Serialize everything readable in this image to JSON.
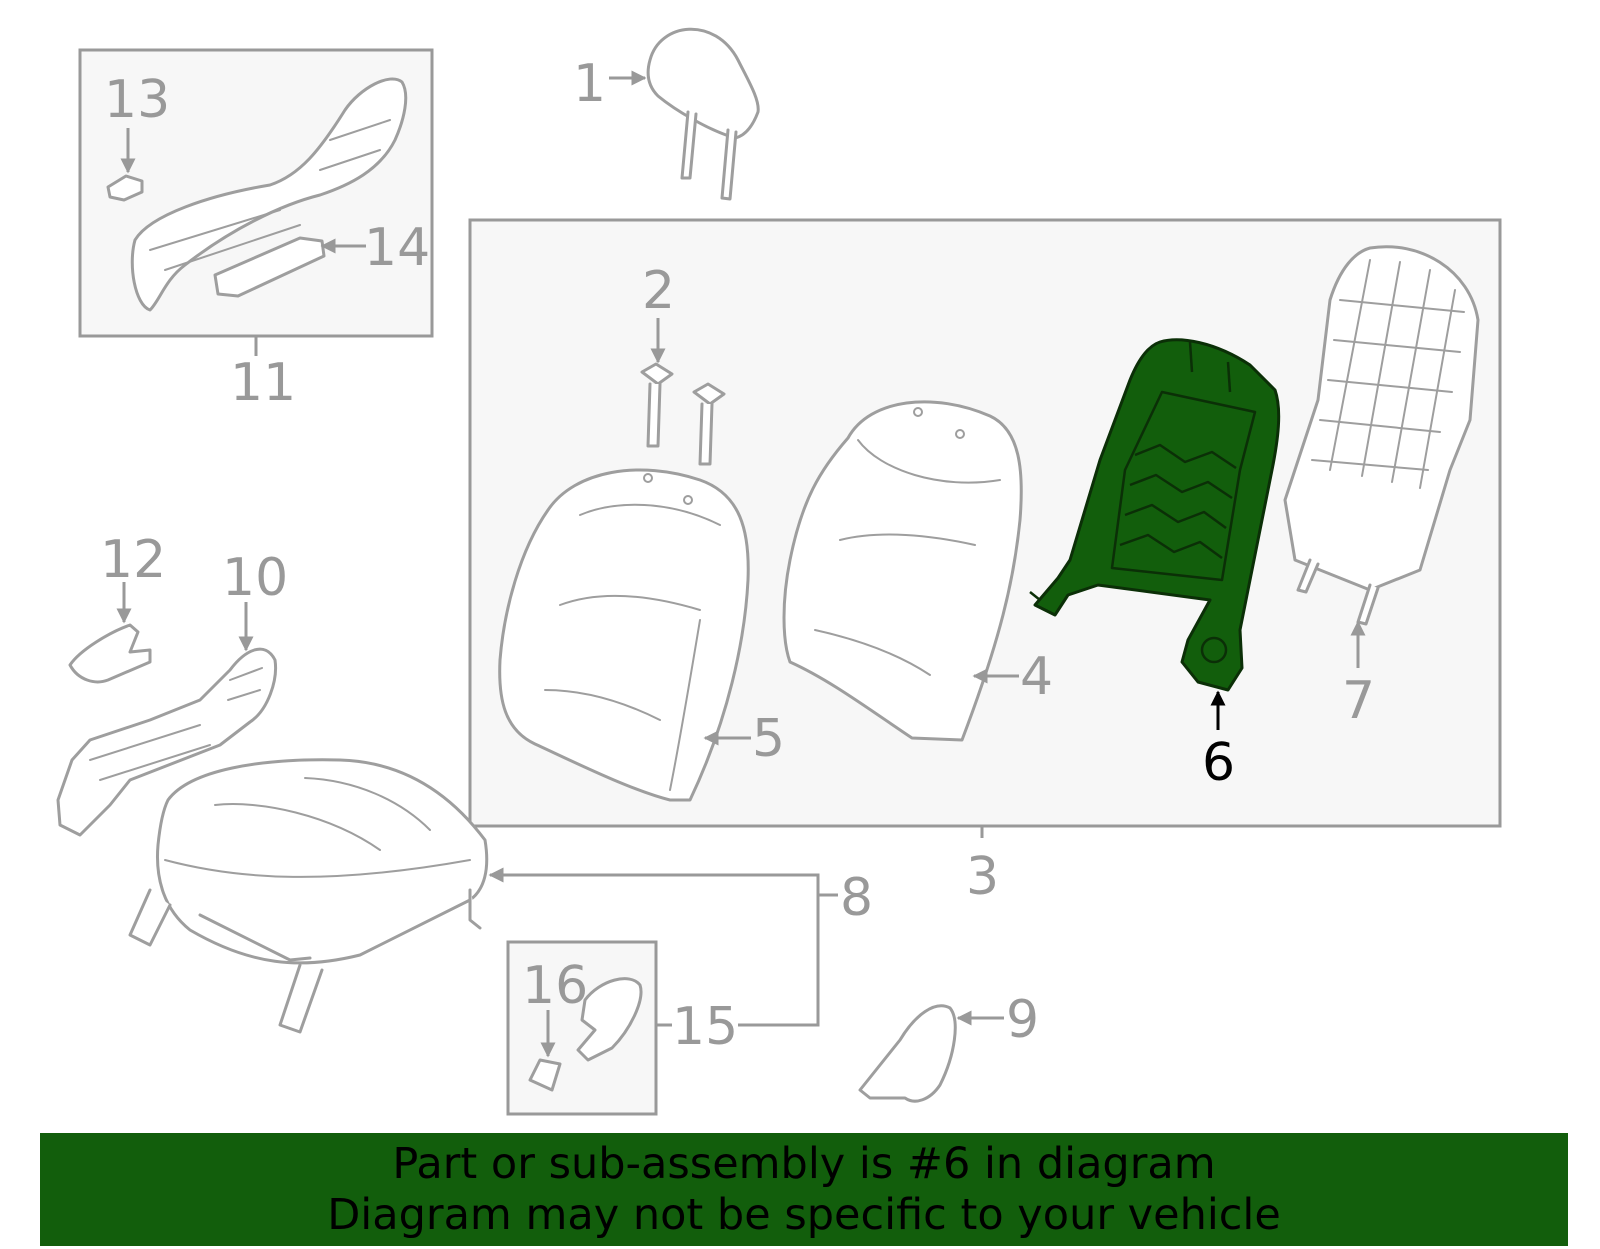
{
  "callouts": {
    "c1": "1",
    "c2": "2",
    "c3": "3",
    "c4": "4",
    "c5": "5",
    "c6": "6",
    "c7": "7",
    "c8": "8",
    "c9": "9",
    "c10": "10",
    "c11": "11",
    "c12": "12",
    "c13": "13",
    "c14": "14",
    "c15": "15",
    "c16": "16"
  },
  "highlight": {
    "part_number": "6",
    "color": "#125e0c"
  },
  "banner": {
    "line1": "Part or sub-assembly is #6 in diagram",
    "line2": "Diagram may not be specific to your vehicle",
    "color": "#125e0c"
  }
}
